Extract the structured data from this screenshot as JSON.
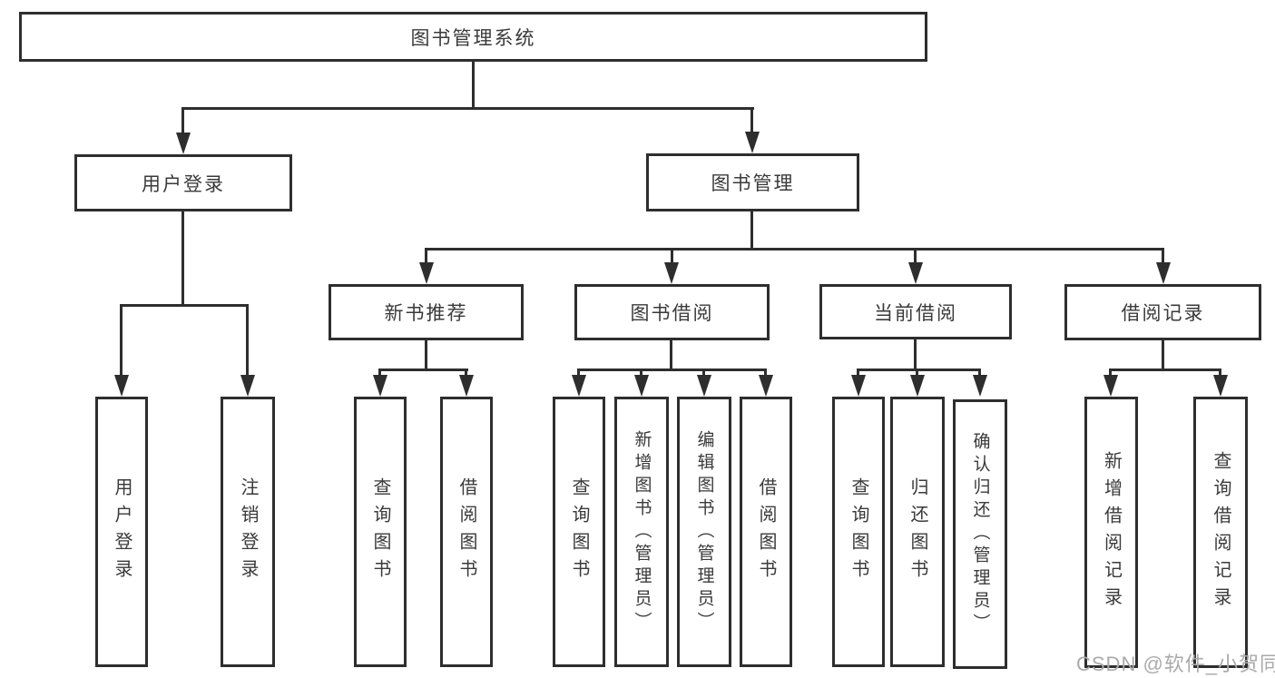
{
  "diagram": {
    "root": "图书管理系统",
    "level2": [
      "用户登录",
      "图书管理"
    ],
    "level3": [
      "新书推荐",
      "图书借阅",
      "当前借阅",
      "借阅记录"
    ],
    "leaves": [
      "用户登录",
      "注销登录",
      "查询图书",
      "借阅图书",
      "查询图书",
      "新增图书（管理员）",
      "编辑图书（管理员）",
      "借阅图书",
      "查询图书",
      "归还图书",
      "确认归还（管理员）",
      "新增借阅记录",
      "查询借阅记录"
    ],
    "watermark": "CSDN @软件_小贺同学",
    "colors": {
      "line": "#2e2e2e",
      "box_border": "#2e2e2e",
      "text": "#3a3a3a",
      "watermark": "#aaaaaa",
      "background": "#ffffff"
    }
  }
}
